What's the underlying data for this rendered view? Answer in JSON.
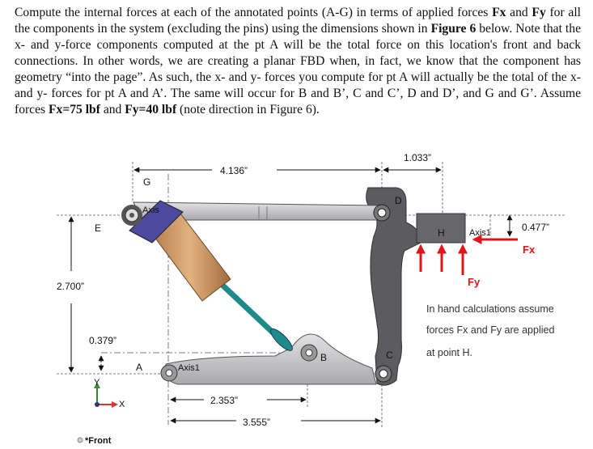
{
  "problem": {
    "t1": "Compute the internal forces at each of the annotated points (A-G) in terms of applied forces",
    "fx_sym": "Fx",
    "t2": "and",
    "fy_sym": "Fy",
    "t3": "for all the components in the system (excluding the pins) using the dimensions shown in",
    "fig_ref": "Figure 6",
    "t4": "below. Note that the x- and y-force components computed at the pt A will be the total force on this location's front and back connections. In other words, we are creating a planar FBD when, in fact, we know that the component has geometry “into the page”. As such, the x- and y- forces you compute for pt A will actually be the total of the x- and y- forces for pt A and A’. The same will occur for B and B’, C and C’, D and D’, and G and G’. Assume forces",
    "fx_val": "Fx=75 lbf",
    "t5": "and",
    "fy_val": "Fy=40 lbf",
    "t6": "(note direction in Figure 6)."
  },
  "figure": {
    "dims": {
      "d1033": "1.033”",
      "d4136": "4.136”",
      "d0477": "0.477”",
      "d2700": "2.700”",
      "d0379": "0.379”",
      "d2353": "2.353”",
      "d3555": "3.555”"
    },
    "points": {
      "A": "A",
      "B": "B",
      "C": "C",
      "D": "D",
      "E": "E",
      "G": "G",
      "H": "H"
    },
    "forces": {
      "fx": "Fx",
      "fy": "Fy"
    },
    "axis_tags": {
      "axis1": "Axis1",
      "axis_g": "Axis",
      "axis_a": "Axis1"
    },
    "triad": {
      "y": "Y",
      "x": "X"
    },
    "view_label": "*Front",
    "note": [
      "In hand calculations assume",
      "forces Fx and Fy are applied",
      "at point H."
    ],
    "colors": {
      "force_arrow": "#e0161b",
      "frame": "#5b5b60",
      "arm": "#c8c8ca",
      "cylinder": "#c98f5c",
      "cap": "#4b4a9e",
      "rod": "#1f8a8a"
    }
  }
}
